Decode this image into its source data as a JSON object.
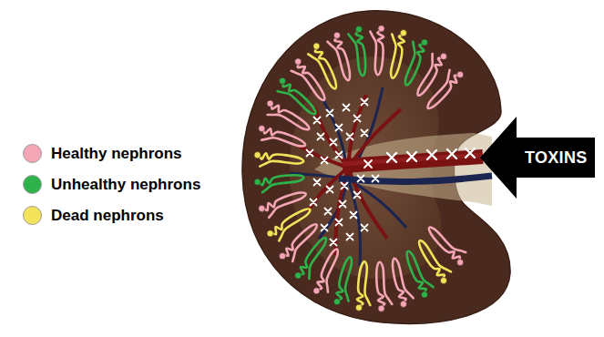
{
  "diagram": {
    "nodes": [
      {
        "text": [
          "TOXINS"
        ]
      }
    ],
    "legend": [
      {
        "text": "Healthy nephrons",
        "color": "#f4a6b6"
      },
      {
        "text": "Unhealthy nephrons",
        "color": "#2eb34a"
      },
      {
        "text": "Dead nephrons",
        "color": "#f2e35a"
      }
    ]
  }
}
